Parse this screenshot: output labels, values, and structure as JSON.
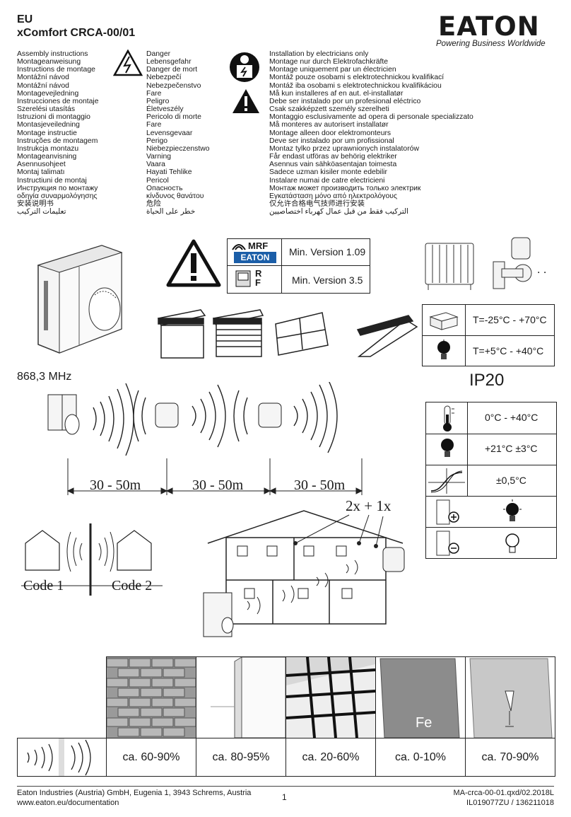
{
  "header": {
    "region": "EU",
    "product": "xComfort CRCA-00/01",
    "brand": "EATON",
    "tagline": "Powering Business Worldwide"
  },
  "languages_col1": [
    "Assembly instructions",
    "Montageanweisung",
    "Instructions de montage",
    "Montážní návod",
    "Montážní návod",
    "Montagevejledning",
    "Instrucciones de montaje",
    "Szerelési utasítás",
    "Istruzioni di montaggio",
    "Montasjeveiledning",
    "Montage instructie",
    "Instruções de montagem",
    "Instrukcja montazu",
    "Montageanvisning",
    "Asennusohjeet",
    "Montaj talimatı",
    "Instructiuni de montaj",
    "Инструкция по монтажу",
    "οδηγία συναρμολόγησης",
    "安装说明书",
    "تعليمات التركيب"
  ],
  "languages_col2": [
    "Danger",
    "Lebensgefahr",
    "Danger de mort",
    "Nebezpečí",
    "Nebezpečenstvo",
    "Fare",
    "Peligro",
    "Életveszély",
    "Pericolo di morte",
    "Fare",
    "Levensgevaar",
    "Perigo",
    "Niebezpieczenstwo",
    "Varning",
    "Vaara",
    "Hayati Tehlike",
    "Pericol",
    "Опасность",
    "κίνδυνος θανάτου",
    "危险",
    "خطر على الحياة"
  ],
  "languages_col3": [
    "Installation by electricians only",
    "Montage nur durch Elektrofachkräfte",
    "Montage uniquement par un électricien",
    "Montáž pouze osobami s elektrotechnickou kvalifikací",
    "Montáž iba osobami s elektrotechnickou kvalifikáciou",
    "Må kun installeres af en aut. el-installatør",
    "Debe ser instalado por un profesional eléctrico",
    "Csak szakképzett személy szerelheti",
    "Montaggio esclusivamente ad opera di personale specializzato",
    "Må monteres av autorisert installatør",
    "Montage alleen door elektromonteurs",
    "Deve ser instalado por um profissional",
    "Montaz tylko przez uprawnionych instalatorów",
    "Får endast utföras av behörig elektriker",
    "Asennus vain sähköasentajan toimesta",
    "Sadece uzman kisiler monte edebilir",
    "Instalare numai de catre electricieni",
    "Монтаж может производить только электрик",
    "Εγκατάσταση μόνο από ηλεκτρολόγους",
    "仅允许合格电气技师进行安装",
    "التركيب فقط من قبل عمال كهرباء اختصاصيين"
  ],
  "versions": {
    "mrf_label": "MRF",
    "rf_label": "R F",
    "mrf_version": "Min. Version 1.09",
    "rf_version": "Min. Version 3.5"
  },
  "storage_temp": "T=-25°C - +70°C",
  "operating_temp": "T=+5°C - +40°C",
  "frequency": "868,3 MHz",
  "protection": "IP20",
  "specs": {
    "range": "0°C - +40°C",
    "setpoint": "+21°C ±3°C",
    "hysteresis": "±0,5°C"
  },
  "distances": [
    "30 - 50m",
    "30 - 50m",
    "30 - 50m"
  ],
  "repeater_note": "2x + 1x",
  "codes": [
    "Code 1",
    "Code 2"
  ],
  "materials": {
    "metal_symbol": "Fe",
    "penetration": [
      "ca. 60-90%",
      "ca. 80-95%",
      "ca. 20-60%",
      "ca. 0-10%",
      "ca. 70-90%"
    ]
  },
  "footer": {
    "company": "Eaton Industries (Austria) GmbH, Eugenia 1, 3943 Schrems, Austria",
    "website": "www.eaton.eu/documentation",
    "page": "1",
    "file_ref": "MA-crca-00-01.qxd/02.2018L",
    "doc_id": "IL019077ZU / 136211018"
  }
}
